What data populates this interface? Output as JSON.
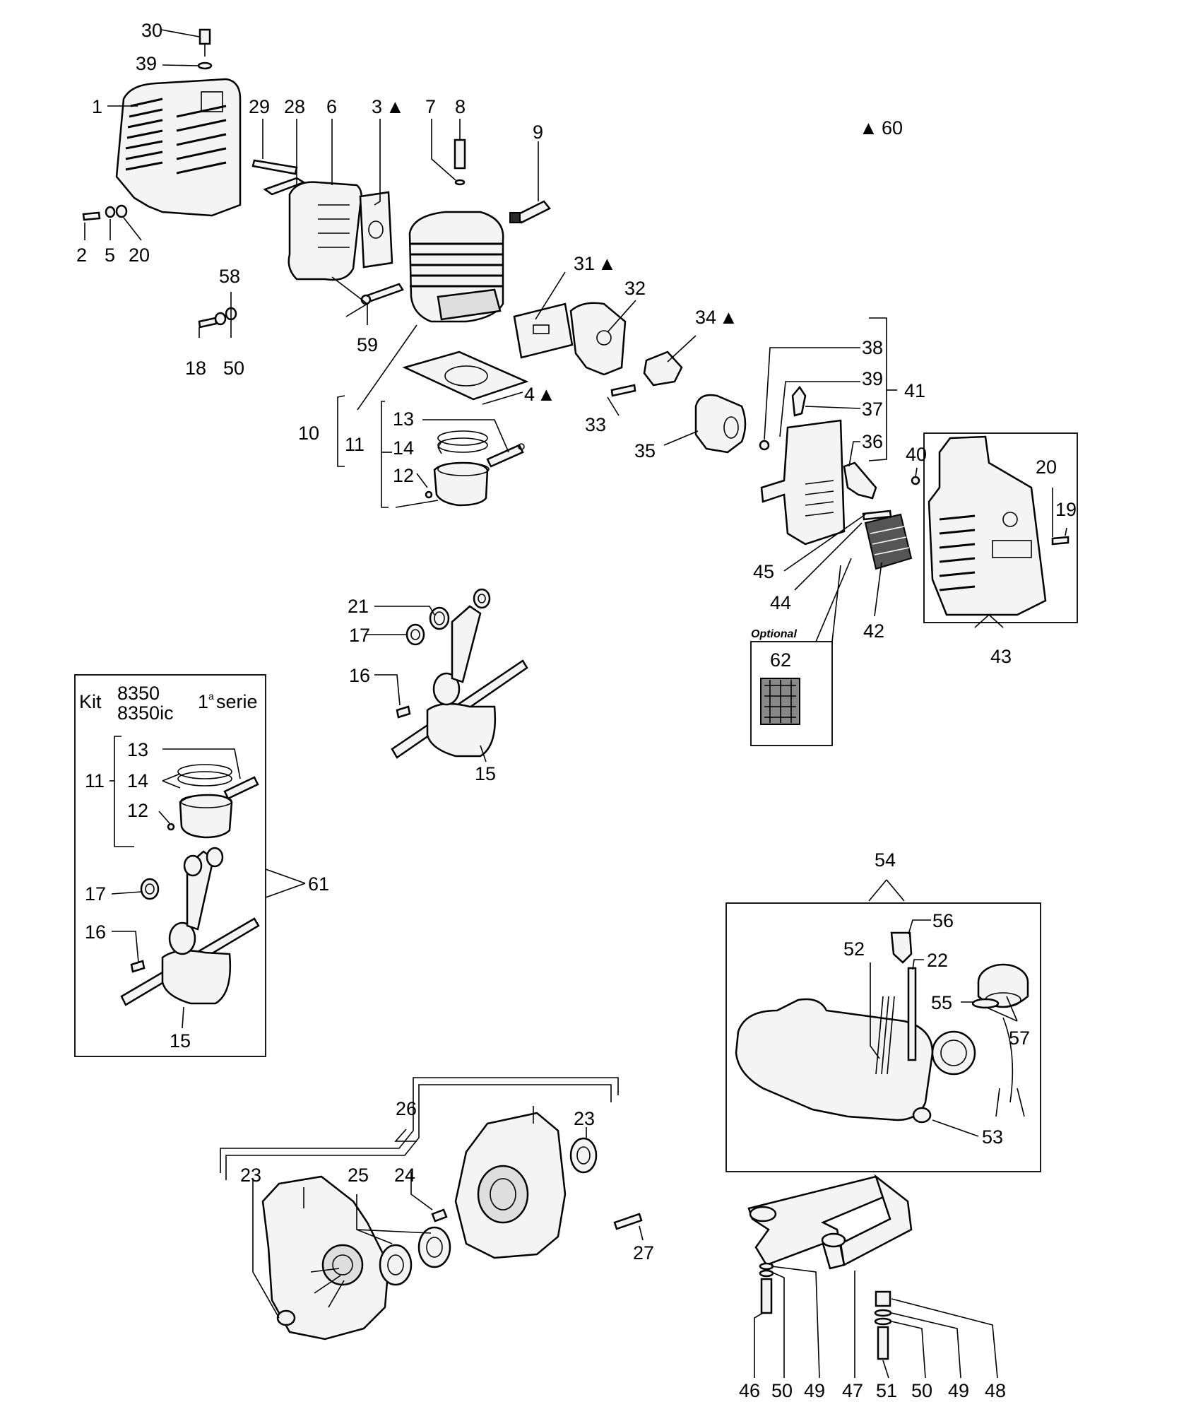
{
  "labels": {
    "l30": "30",
    "l39a": "39",
    "l1": "1",
    "l29": "29",
    "l28": "28",
    "l6": "6",
    "l3": "3",
    "l7": "7",
    "l8": "8",
    "l9": "9",
    "l60": "60",
    "l2": "2",
    "l5": "5",
    "l20a": "20",
    "l58": "58",
    "l18": "18",
    "l50a": "50",
    "l59": "59",
    "l31": "31",
    "l32": "32",
    "l34": "34",
    "l4": "4",
    "l33": "33",
    "l10": "10",
    "l11a": "11",
    "l13a": "13",
    "l14a": "14",
    "l12a": "12",
    "l35": "35",
    "l38": "38",
    "l39b": "39",
    "l41": "41",
    "l37": "37",
    "l36": "36",
    "l40": "40",
    "l20b": "20",
    "l19": "19",
    "l45": "45",
    "l44": "44",
    "l42": "42",
    "l43": "43",
    "l62": "62",
    "l21": "21",
    "l17a": "17",
    "l16a": "16",
    "l15a": "15",
    "l13b": "13",
    "l11b": "11",
    "l14b": "14",
    "l12b": "12",
    "l61": "61",
    "l17b": "17",
    "l16b": "16",
    "l15b": "15",
    "l54": "54",
    "l56": "56",
    "l52": "52",
    "l22": "22",
    "l55": "55",
    "l57": "57",
    "l53": "53",
    "l26": "26",
    "l23a": "23",
    "l23b": "23",
    "l25": "25",
    "l24": "24",
    "l27": "27",
    "l46": "46",
    "l50b": "50",
    "l49a": "49",
    "l47": "47",
    "l51": "51",
    "l50c": "50",
    "l49b": "49",
    "l48": "48"
  },
  "kit": {
    "kit_word": "Kit",
    "model_a": "8350",
    "model_b": "8350ic",
    "serie_number": "1",
    "serie_super": "a",
    "serie_word": "serie"
  },
  "optional_label": "Optional",
  "marker_symbol": "▲",
  "colors": {
    "ink": "#000000",
    "paper": "#ffffff",
    "part_fill": "#f4f4f4",
    "shade": "#dedede"
  }
}
